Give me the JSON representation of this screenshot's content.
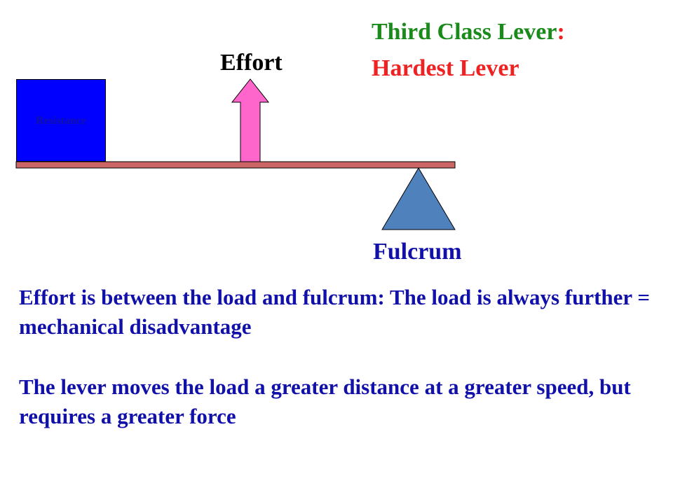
{
  "title": {
    "line1_main": "Third Class Lever",
    "line1_colon": ":",
    "line2": "Hardest Lever"
  },
  "diagram": {
    "resistance_label": "Resistance",
    "effort_label": "Effort",
    "fulcrum_label": "Fulcrum"
  },
  "text": {
    "paragraph1": "Effort is between the load and fulcrum: The load is always further = mechanical disadvantage",
    "paragraph2": "The lever moves the load a greater distance at a greater speed, but requires a greater force"
  },
  "colors": {
    "title_green": "#1a8a1a",
    "title_red": "#ee2222",
    "body_blue": "#1111aa",
    "resistance_fill": "#0000ff",
    "effort_arrow_fill": "#ff66cc",
    "lever_fill": "#cc6666",
    "fulcrum_fill": "#4f81bd"
  }
}
